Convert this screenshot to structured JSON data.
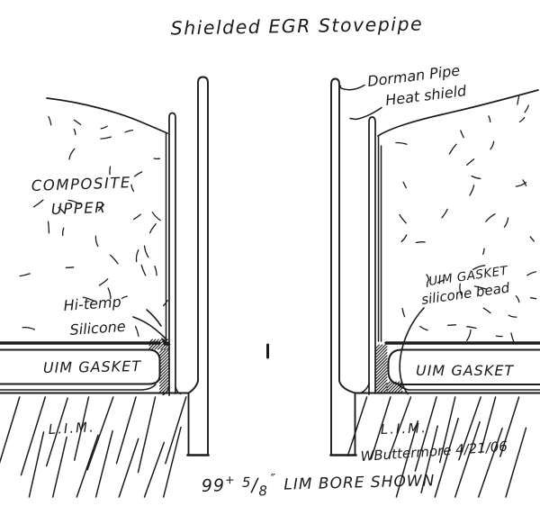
{
  "title": "Shielded EGR Stovepipe",
  "left_view": {
    "composite_label_line1": "COMPOSITE",
    "composite_label_line2": "UPPER",
    "silicone_label_line1": "Hi-temp",
    "silicone_label_line2": "Silicone",
    "gasket_label": "UIM GASKET",
    "lim_label": "L.I.M."
  },
  "right_view": {
    "dorman_pipe_label": "Dorman Pipe",
    "heat_shield_label": "Heat shield",
    "bead_label_line1": "UIM GASKET",
    "bead_label_line2": "silicone bead",
    "gasket_label": "UIM GASKET",
    "lim_label": "L.I.M.",
    "signature": "WButtermore 4/21/06"
  },
  "caption": {
    "lead": "99",
    "plus": "+",
    "frac_num": "5",
    "frac_slash": "/",
    "frac_den": "8",
    "inch_mark": "″",
    "text": "LIM BORE SHOWN"
  },
  "colors": {
    "ink": "#1b1b1b",
    "paper": "#ffffff"
  }
}
